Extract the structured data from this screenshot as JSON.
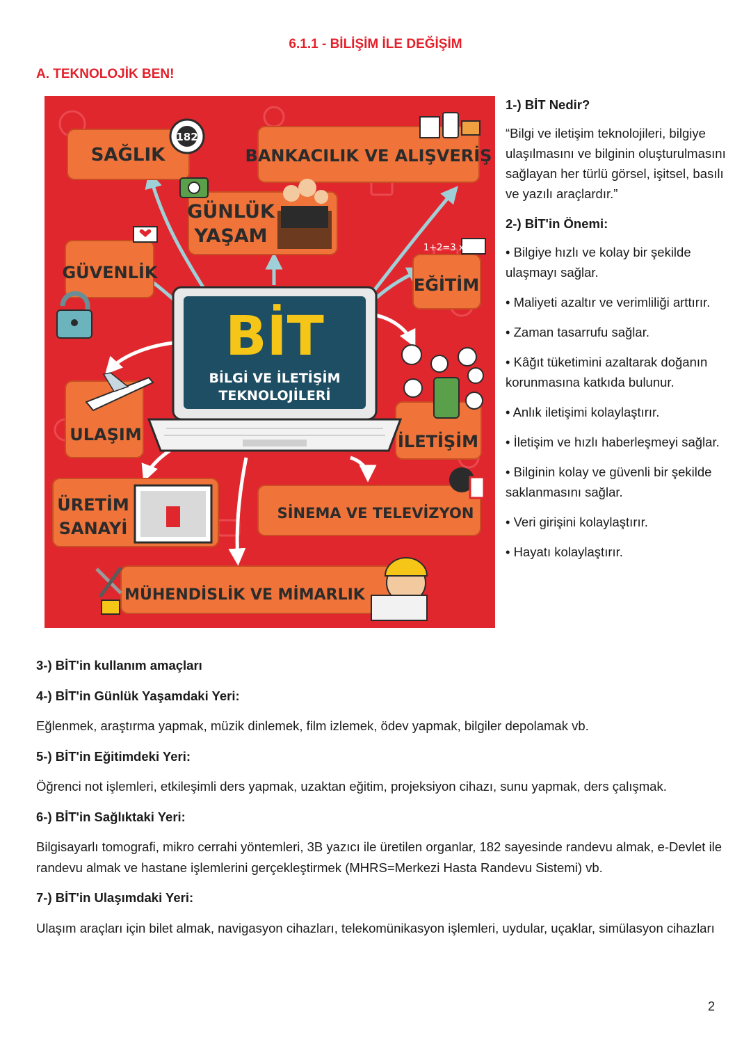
{
  "document": {
    "title": "6.1.1 - BİLİŞİM İLE DEĞİŞİM",
    "section_title": "A. TEKNOLOJİK BEN!",
    "page_number": "2"
  },
  "infographic": {
    "center_big": "BİT",
    "center_line1": "BİLGİ VE İLETİŞİM",
    "center_line2": "TEKNOLOJİLERİ",
    "badge_182": "182",
    "boxes": {
      "saglik": "SAĞLIK",
      "bankacilik": "BANKACILIK VE ALIŞVERİŞ",
      "gunluk_1": "GÜNLÜK",
      "gunluk_2": "YAŞAM",
      "guvenlik": "GÜVENLİK",
      "egitim": "EĞİTİM",
      "ulasim": "ULAŞIM",
      "iletisim": "İLETİŞİM",
      "uretim_1": "ÜRETİM",
      "uretim_2": "SANAYİ",
      "sinema": "SİNEMA VE TELEVİZYON",
      "muhendislik": "MÜHENDİSLİK VE MİMARLIK"
    },
    "colors": {
      "background": "#e0272e",
      "box": "#f0743a",
      "screen": "#1d4e63",
      "title_yellow": "#f5c518"
    }
  },
  "right_column": {
    "q1": "1-) BİT Nedir?",
    "definition": "“Bilgi ve iletişim teknolojileri, bilgiye ulaşılmasını ve bilginin oluşturulmasını sağlayan her türlü görsel, işitsel, basılı ve yazılı araçlardır.”",
    "q2": "2-) BİT'in Önemi:",
    "bullets": [
      "• Bilgiye hızlı ve kolay bir şekilde ulaşmayı sağlar.",
      "• Maliyeti azaltır ve verimliliği arttırır.",
      "• Zaman tasarrufu sağlar.",
      "• Kâğıt tüketimini azaltarak doğanın korunmasına katkıda bulunur.",
      "• Anlık iletişimi kolaylaştırır.",
      "• İletişim ve hızlı haberleşmeyi sağlar.",
      "• Bilginin kolay ve güvenli bir şekilde saklanmasını sağlar.",
      "• Veri girişini kolaylaştırır.",
      "• Hayatı kolaylaştırır."
    ]
  },
  "lower": {
    "h3": "3-) BİT'in kullanım amaçları",
    "h4": "4-) BİT'in Günlük Yaşamdaki Yeri:",
    "t4": "Eğlenmek, araştırma yapmak, müzik dinlemek, film izlemek, ödev yapmak, bilgiler depolamak vb.",
    "h5": "5-) BİT'in Eğitimdeki Yeri:",
    "t5": "Öğrenci not işlemleri, etkileşimli ders yapmak, uzaktan eğitim, projeksiyon cihazı, sunu yapmak, ders çalışmak.",
    "h6": "6-) BİT'in Sağlıktaki Yeri:",
    "t6": "Bilgisayarlı tomografi, mikro cerrahi yöntemleri, 3B yazıcı ile üretilen organlar, 182 sayesinde randevu almak, e-Devlet ile randevu almak ve hastane işlemlerini gerçekleştirmek (MHRS=Merkezi Hasta Randevu Sistemi) vb.",
    "h7": "7-) BİT'in Ulaşımdaki Yeri:",
    "t7": "Ulaşım araçları için bilet almak, navigasyon cihazları, telekomünikasyon işlemleri, uydular, uçaklar, simülasyon cihazları"
  }
}
